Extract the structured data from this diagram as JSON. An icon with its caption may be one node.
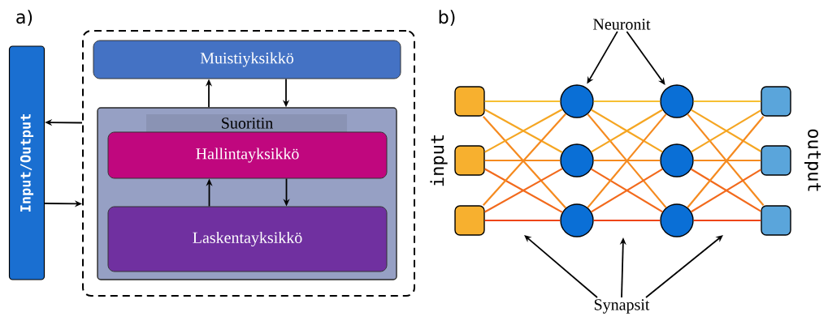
{
  "diagram": {
    "nodes": [
      {
        "text": [
          "Input/Output"
        ]
      },
      {
        "text": [],
        "shape": "box"
      },
      {
        "text": [
          "Muistiyksikkö"
        ],
        "in": 1
      },
      {
        "text": [
          "Suoritin"
        ],
        "in": 1
      },
      {
        "text": [
          "Hallintayksikkö"
        ],
        "in": 3
      },
      {
        "text": [
          "Laskentayksikkö"
        ],
        "in": 3
      },
      {
        "text": [
          "Neuronit"
        ]
      },
      {
        "text": [
          "Synapsit"
        ]
      },
      {
        "text": [],
        "shape": "box"
      },
      {
        "text": [],
        "shape": "box"
      },
      {
        "text": [],
        "shape": "box"
      },
      {
        "text": [],
        "shape": "circle"
      },
      {
        "text": [],
        "shape": "circle"
      },
      {
        "text": [],
        "shape": "circle"
      },
      {
        "text": [],
        "shape": "circle"
      },
      {
        "text": [],
        "shape": "circle"
      },
      {
        "text": [],
        "shape": "circle"
      },
      {
        "text": [],
        "shape": "box"
      },
      {
        "text": [],
        "shape": "box"
      },
      {
        "text": [],
        "shape": "box"
      }
    ],
    "edges": [
      {
        "from": 3,
        "to": 2,
        "arrow": "to"
      },
      {
        "from": 2,
        "to": 3,
        "arrow": "to"
      },
      {
        "from": 5,
        "to": 4,
        "arrow": "to"
      },
      {
        "from": 4,
        "to": 5,
        "arrow": "to"
      },
      {
        "from": 1,
        "to": 0,
        "arrow": "to"
      },
      {
        "from": 0,
        "to": 1,
        "arrow": "to"
      },
      {
        "from": 6,
        "to": 11,
        "arrow": "to"
      },
      {
        "from": 6,
        "to": 14,
        "arrow": "to"
      },
      {
        "from": 7,
        "to": null,
        "arrow": "to"
      },
      {
        "from": 7,
        "to": null,
        "arrow": "to"
      },
      {
        "from": 7,
        "to": null,
        "arrow": "to"
      },
      {
        "from": 8,
        "to": 11,
        "arrow": "none",
        "color": "#f7c033"
      },
      {
        "from": 8,
        "to": 12,
        "arrow": "none",
        "color": "#f5a623"
      },
      {
        "from": 8,
        "to": 13,
        "arrow": "none",
        "color": "#f58a1f"
      },
      {
        "from": 9,
        "to": 11,
        "arrow": "none",
        "color": "#f5a623"
      },
      {
        "from": 9,
        "to": 12,
        "arrow": "none",
        "color": "#f58a1f"
      },
      {
        "from": 9,
        "to": 13,
        "arrow": "none",
        "color": "#f26a1c"
      },
      {
        "from": 10,
        "to": 11,
        "arrow": "none",
        "color": "#f58a1f"
      },
      {
        "from": 10,
        "to": 12,
        "arrow": "none",
        "color": "#f26a1c"
      },
      {
        "from": 10,
        "to": 13,
        "arrow": "none",
        "color": "#ee4416"
      },
      {
        "from": 11,
        "to": 14,
        "arrow": "none",
        "color": "#f7c033"
      },
      {
        "from": 11,
        "to": 15,
        "arrow": "none",
        "color": "#f5a623"
      },
      {
        "from": 11,
        "to": 16,
        "arrow": "none",
        "color": "#f58a1f"
      },
      {
        "from": 12,
        "to": 14,
        "arrow": "none",
        "color": "#f5a623"
      },
      {
        "from": 12,
        "to": 15,
        "arrow": "none",
        "color": "#f58a1f"
      },
      {
        "from": 12,
        "to": 16,
        "arrow": "none",
        "color": "#f26a1c"
      },
      {
        "from": 13,
        "to": 14,
        "arrow": "none",
        "color": "#f58a1f"
      },
      {
        "from": 13,
        "to": 15,
        "arrow": "none",
        "color": "#f26a1c"
      },
      {
        "from": 13,
        "to": 16,
        "arrow": "none",
        "color": "#ee4416"
      },
      {
        "from": 14,
        "to": 17,
        "arrow": "none",
        "color": "#f7c033"
      },
      {
        "from": 14,
        "to": 18,
        "arrow": "none",
        "color": "#f5a623"
      },
      {
        "from": 14,
        "to": 19,
        "arrow": "none",
        "color": "#f58a1f"
      },
      {
        "from": 15,
        "to": 17,
        "arrow": "none",
        "color": "#f5a623"
      },
      {
        "from": 15,
        "to": 18,
        "arrow": "none",
        "color": "#f58a1f"
      },
      {
        "from": 15,
        "to": 19,
        "arrow": "none",
        "color": "#f26a1c"
      },
      {
        "from": 16,
        "to": 17,
        "arrow": "none",
        "color": "#f58a1f"
      },
      {
        "from": 16,
        "to": 18,
        "arrow": "none",
        "color": "#f26a1c"
      },
      {
        "from": 16,
        "to": 19,
        "arrow": "none",
        "color": "#ee4416"
      }
    ],
    "labels": [
      "a)",
      "b)",
      "input",
      "output"
    ]
  }
}
